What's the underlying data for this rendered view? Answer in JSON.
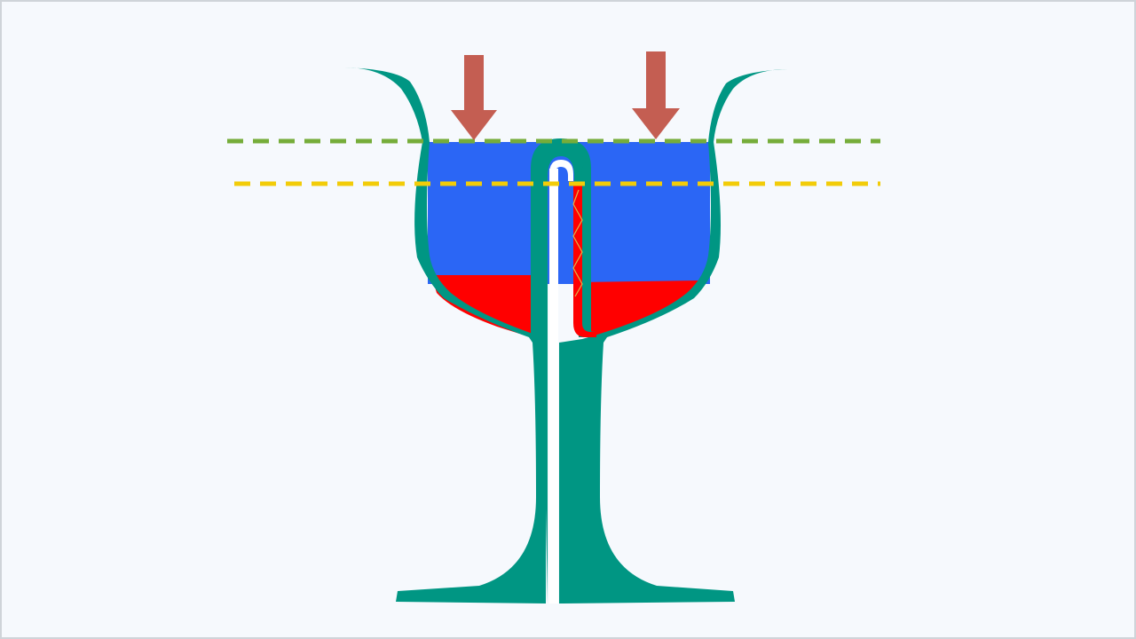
{
  "diagram": {
    "colors": {
      "background": "#f6f9fd",
      "frame": "#cfd4d9",
      "glass": "#009683",
      "water": "#2b66f5",
      "wine": "#ff0000",
      "arrow": "#c45e52",
      "upper_level_line": "#76ad3a",
      "lower_level_line": "#f2cc09",
      "siphon_gap": "#ffffff",
      "siphon_wire": "#d9b84c"
    },
    "elements": [
      {
        "name": "pythagorean-cup",
        "kind": "cup"
      },
      {
        "name": "water-layer",
        "kind": "liquid"
      },
      {
        "name": "wine-layer-left",
        "kind": "liquid"
      },
      {
        "name": "wine-layer-right",
        "kind": "liquid"
      },
      {
        "name": "siphon-tube",
        "kind": "tube"
      },
      {
        "name": "arrow-down-icon-left",
        "kind": "arrow"
      },
      {
        "name": "arrow-down-icon-right",
        "kind": "arrow"
      },
      {
        "name": "upper-level-line",
        "kind": "dashed-line"
      },
      {
        "name": "lower-level-line",
        "kind": "dashed-line"
      }
    ]
  }
}
